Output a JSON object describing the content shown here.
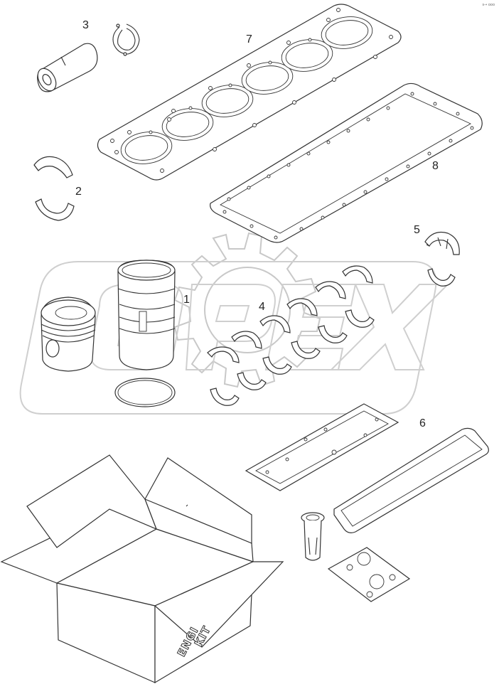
{
  "corner_code": "s→ ooo",
  "callouts": {
    "c1": "1",
    "c2": "2",
    "c3": "3",
    "c4": "4",
    "c5": "5",
    "c6": "6",
    "c7": "7",
    "c8": "8"
  },
  "box_label": {
    "line1": "ENGI",
    "line2": "KIT"
  },
  "watermark": "OPEX",
  "colors": {
    "line": "#333333",
    "watermark": "#c8c8c8",
    "background": "#ffffff"
  }
}
